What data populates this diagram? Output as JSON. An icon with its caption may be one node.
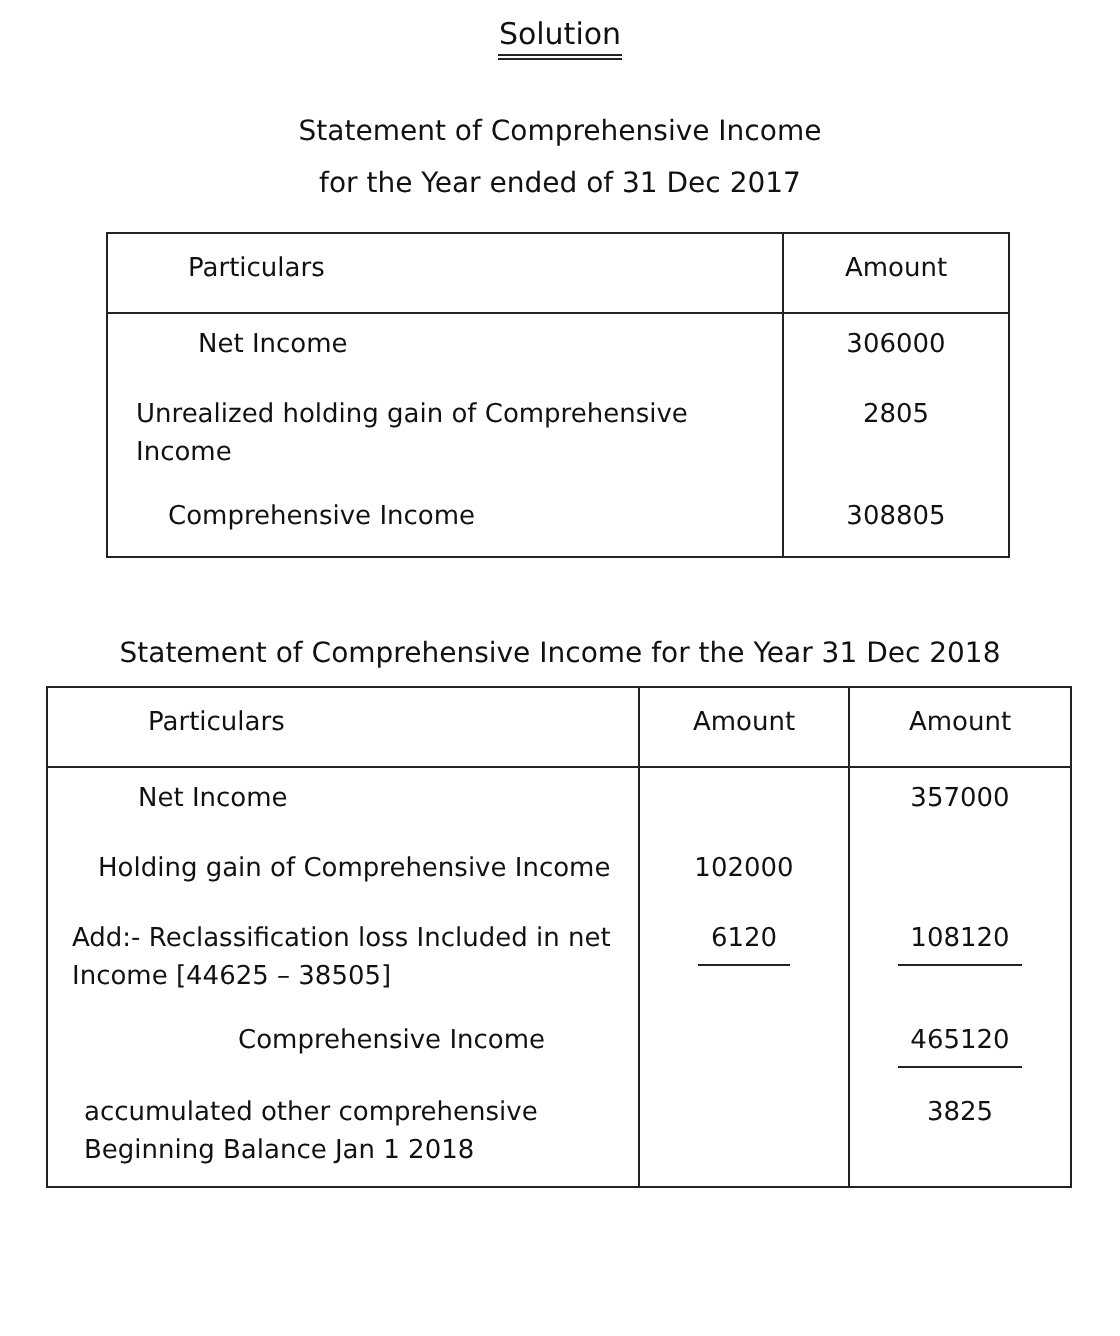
{
  "diagram": {
    "title": "Solution",
    "labels": [
      "Statement of Comprehensive Income",
      "for the Year ended of 31 Dec 2017",
      "Particulars",
      "Amount",
      "Net Income",
      "306000",
      "Unrealized holding gain of Comprehensive Income",
      "2805",
      "Comprehensive Income",
      "308805",
      "Statement of Comprehensive Income for the Year 31 Dec 2018",
      "Particulars",
      "Amount",
      "Amount",
      "Net Income",
      "357000",
      "Holding gain of Comprehensive Income",
      "102000",
      "Add:- Reclassification loss Included in net Income [44625 – 38505]",
      "6120",
      "108120",
      "Comprehensive Income",
      "465120",
      "accumulated other comprehensive Beginning Balance Jan 1 2018",
      "3825"
    ]
  }
}
